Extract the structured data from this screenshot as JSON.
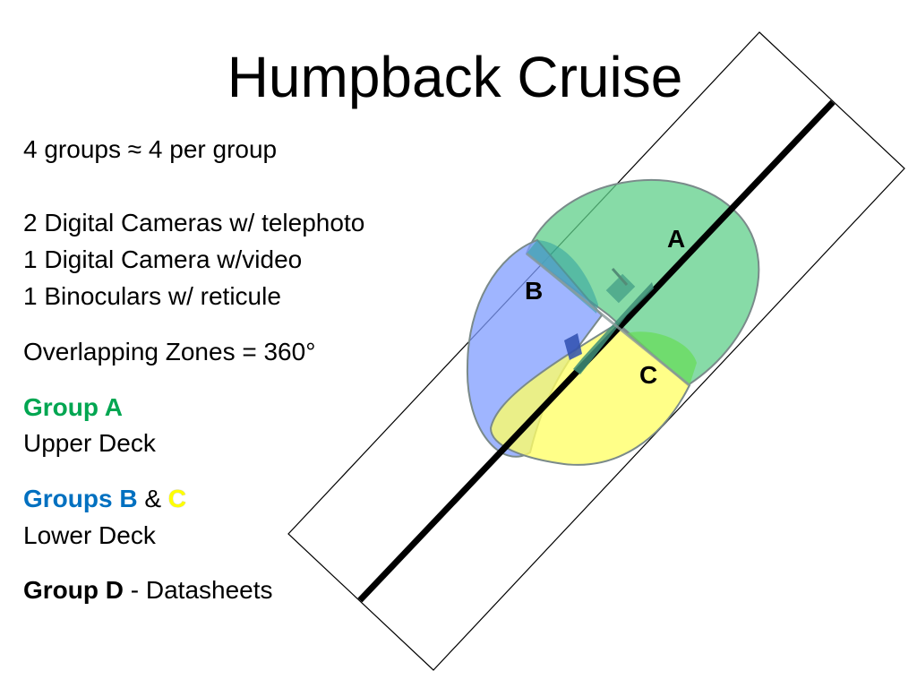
{
  "title": "Humpback Cruise",
  "lines": {
    "groups": "4 groups ≈ 4 per group",
    "camera_tele": "2 Digital Cameras w/ telephoto",
    "camera_video": "1 Digital Camera w/video",
    "binoculars": "1 Binoculars w/ reticule",
    "zones": "Overlapping Zones = 360°",
    "group_a": "Group A",
    "upper_deck": "Upper Deck",
    "groups_b": "Groups B",
    "amp": " & ",
    "c": "C",
    "lower_deck": "Lower Deck",
    "group_d": "Group D",
    "datasheets": " - Datasheets"
  },
  "diagram": {
    "labels": {
      "a": "A",
      "b": "B",
      "c": "C"
    }
  },
  "colors": {
    "group_a": "#00a651",
    "group_b": "#0070c0",
    "group_c": "#ffff00",
    "zone_a_fill": "#5fcf8a",
    "zone_b_fill": "#7f9cff",
    "zone_c_fill": "#ffff66"
  }
}
